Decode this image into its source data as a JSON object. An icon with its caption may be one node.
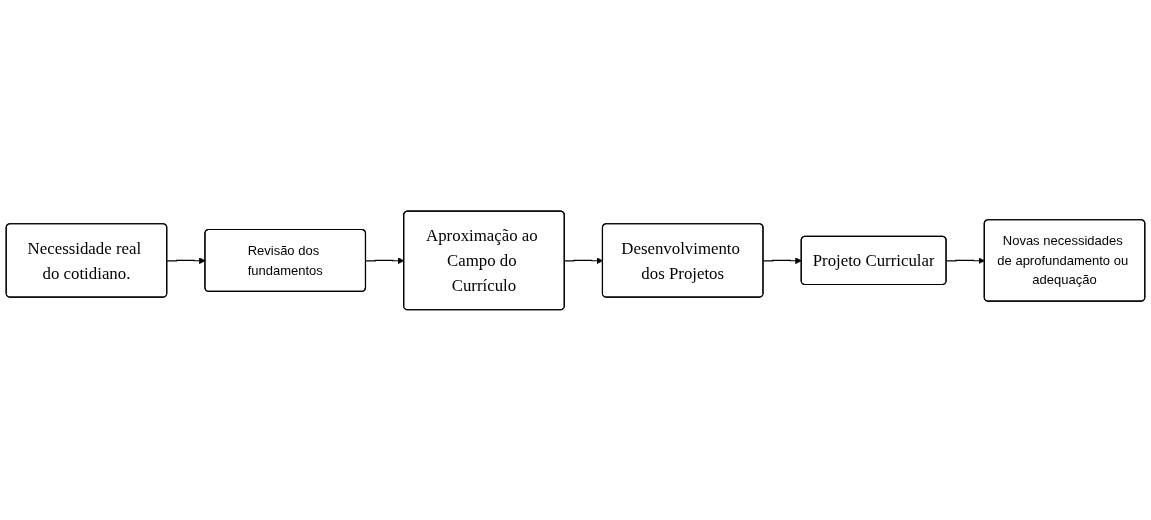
{
  "diagram": {
    "nodes": [
      {
        "text": [
          "Necessidade real do cotidiano."
        ]
      },
      {
        "text": [
          "Revisão dos fundamentos"
        ]
      },
      {
        "text": [
          "Aproximação ao Campo do Currículo"
        ]
      },
      {
        "text": [
          "Desenvolvimento dos Projetos"
        ]
      },
      {
        "text": [
          "Projeto Curricular"
        ]
      },
      {
        "text": [
          "Novas necessidades de aprofundamento ou adequação"
        ]
      }
    ],
    "edges": [
      {
        "from": 0,
        "to": 1,
        "arrow": "to"
      },
      {
        "from": 1,
        "to": 2,
        "arrow": "to"
      },
      {
        "from": 2,
        "to": 3,
        "arrow": "to"
      },
      {
        "from": 3,
        "to": 4,
        "arrow": "to"
      },
      {
        "from": 4,
        "to": 5,
        "arrow": "to"
      }
    ]
  }
}
